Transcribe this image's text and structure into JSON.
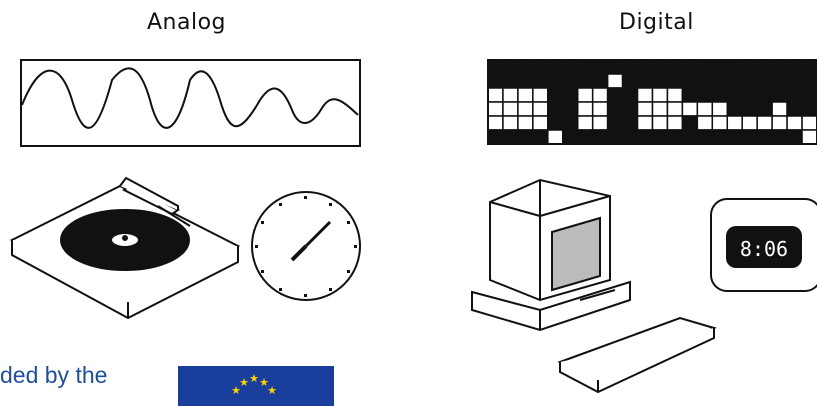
{
  "analog": {
    "title": "Analog"
  },
  "digital": {
    "title": "Digital",
    "clock_display": "8:06"
  },
  "footer": {
    "funded_text": "ded by the",
    "flag": "eu-flag"
  },
  "colors": {
    "ink": "#111111",
    "eu_blue": "#1a3e9c",
    "eu_star": "#ffd200",
    "text_blue": "#1f4e9c"
  },
  "digital_grid": {
    "rows": [
      "1111111111111111111111",
      "1111111101111111111111",
      "0000110011000111111111",
      "0000110011000000111011",
      "0000110011000100000000",
      "1111011111111111111110"
    ]
  }
}
